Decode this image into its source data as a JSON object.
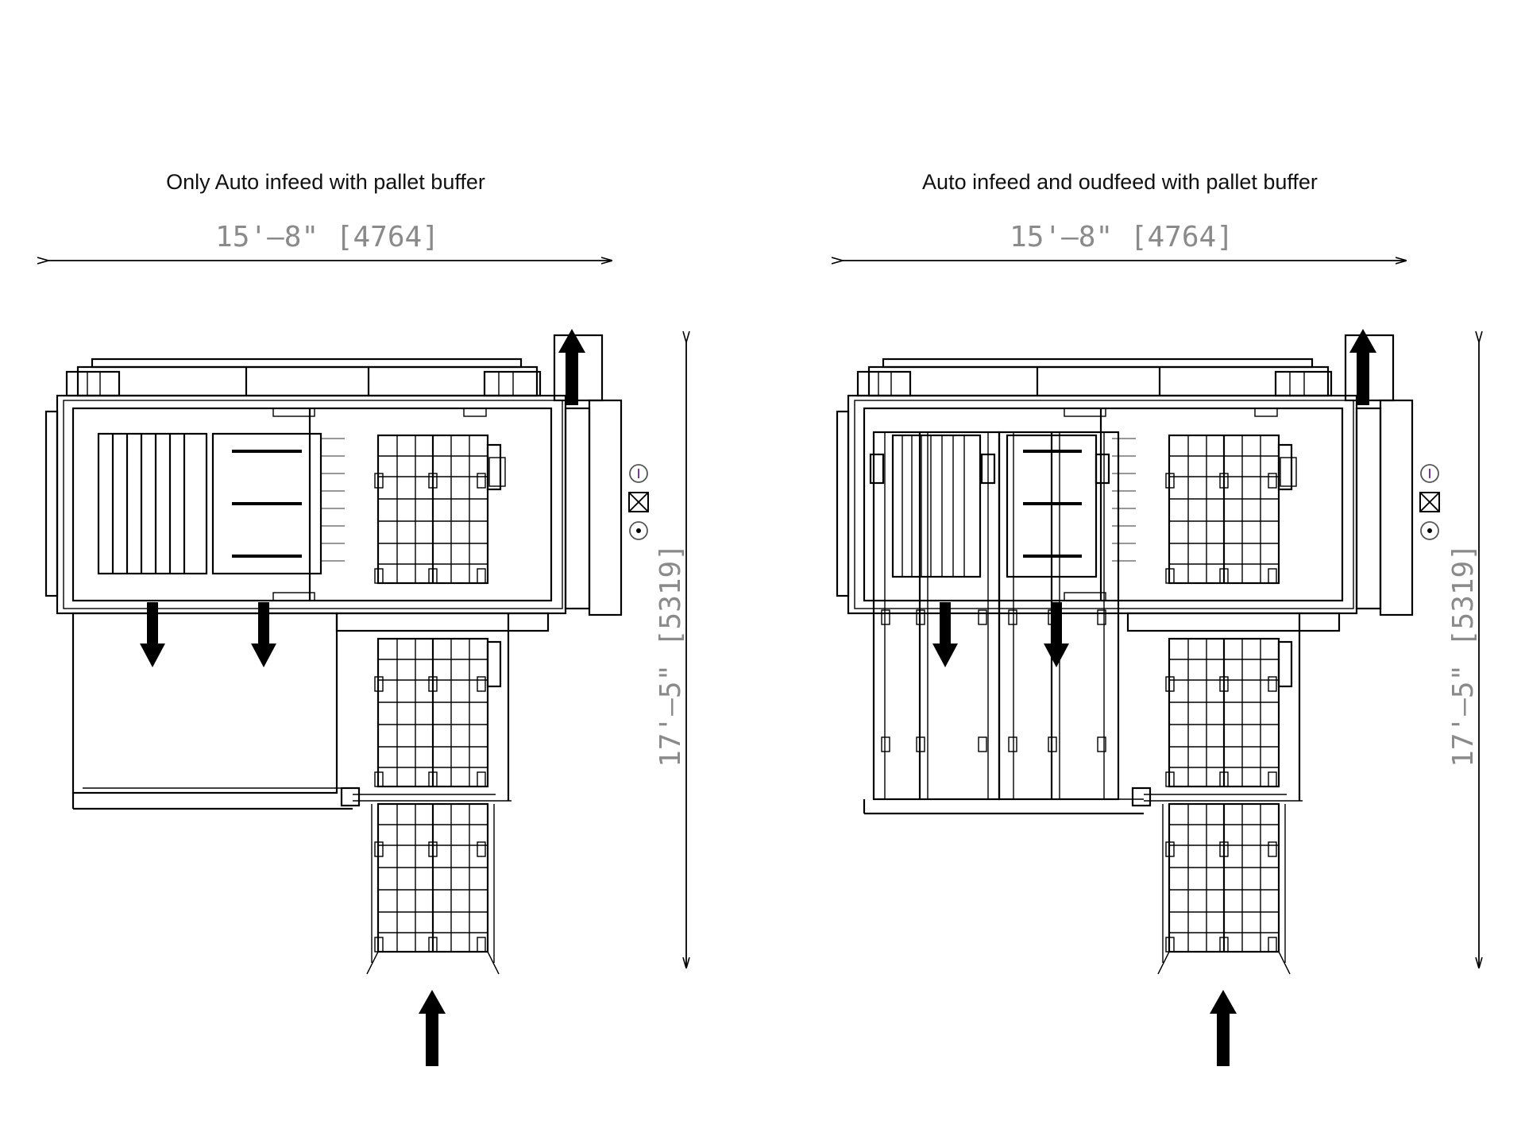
{
  "diagrams": [
    {
      "title": "Only Auto infeed with pallet buffer",
      "width_label": "15'–8\" [4764]",
      "height_label": "17'–5\" [5319]"
    },
    {
      "title": "Auto infeed and oudfeed with pallet buffer",
      "width_label": "15'–8\" [4764]",
      "height_label": "17'–5\" [5319]"
    }
  ],
  "symbols": [
    "power-icon",
    "e-stop-icon",
    "indicator-icon"
  ],
  "colors": {
    "line": "#000000",
    "dimension_text": "#8a8a8a",
    "power_symbol": "#7a3aa0"
  }
}
